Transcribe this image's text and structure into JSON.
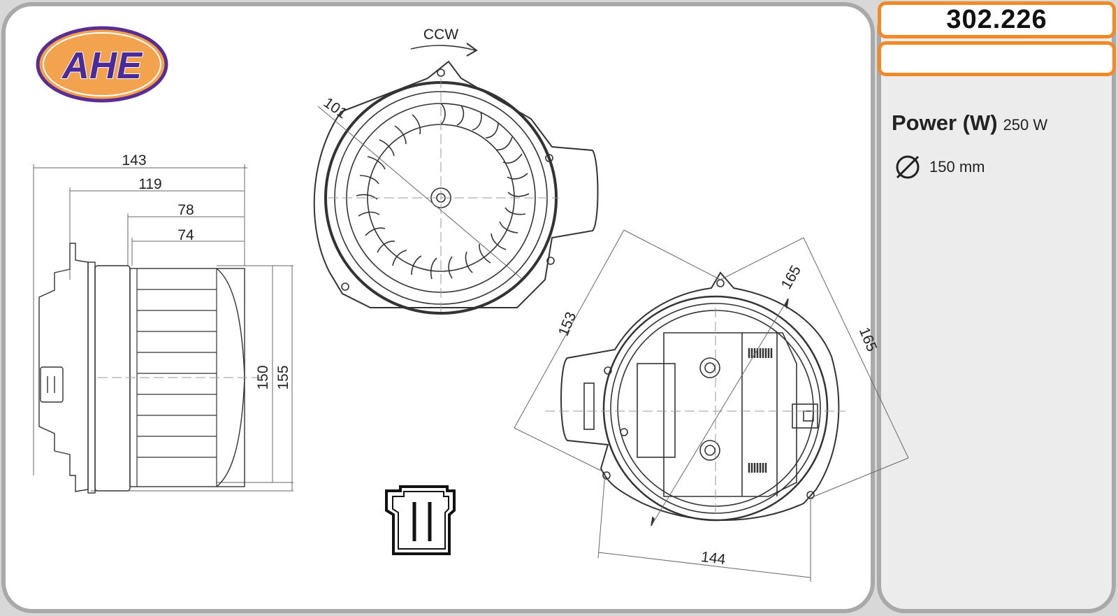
{
  "brand": {
    "logo_text": "AHE",
    "colors": {
      "logo_fill": "#f3a24e",
      "logo_border": "#5a2d91",
      "logo_text": "#4b2a9a",
      "accent": "#f08a24"
    }
  },
  "product": {
    "code": "302.226",
    "subtitle": ""
  },
  "specs": {
    "power_label": "Power (W)",
    "power_value": "250 W",
    "diameter_icon": "diameter-icon",
    "diameter_value": "150 mm"
  },
  "drawing": {
    "rotation_label": "CCW",
    "dims": {
      "d143": "143",
      "d119": "119",
      "d78": "78",
      "d74": "74",
      "d150": "150",
      "d155": "155",
      "d101": "101",
      "d153": "153",
      "d165a": "165",
      "d165b": "165",
      "d144": "144"
    }
  }
}
